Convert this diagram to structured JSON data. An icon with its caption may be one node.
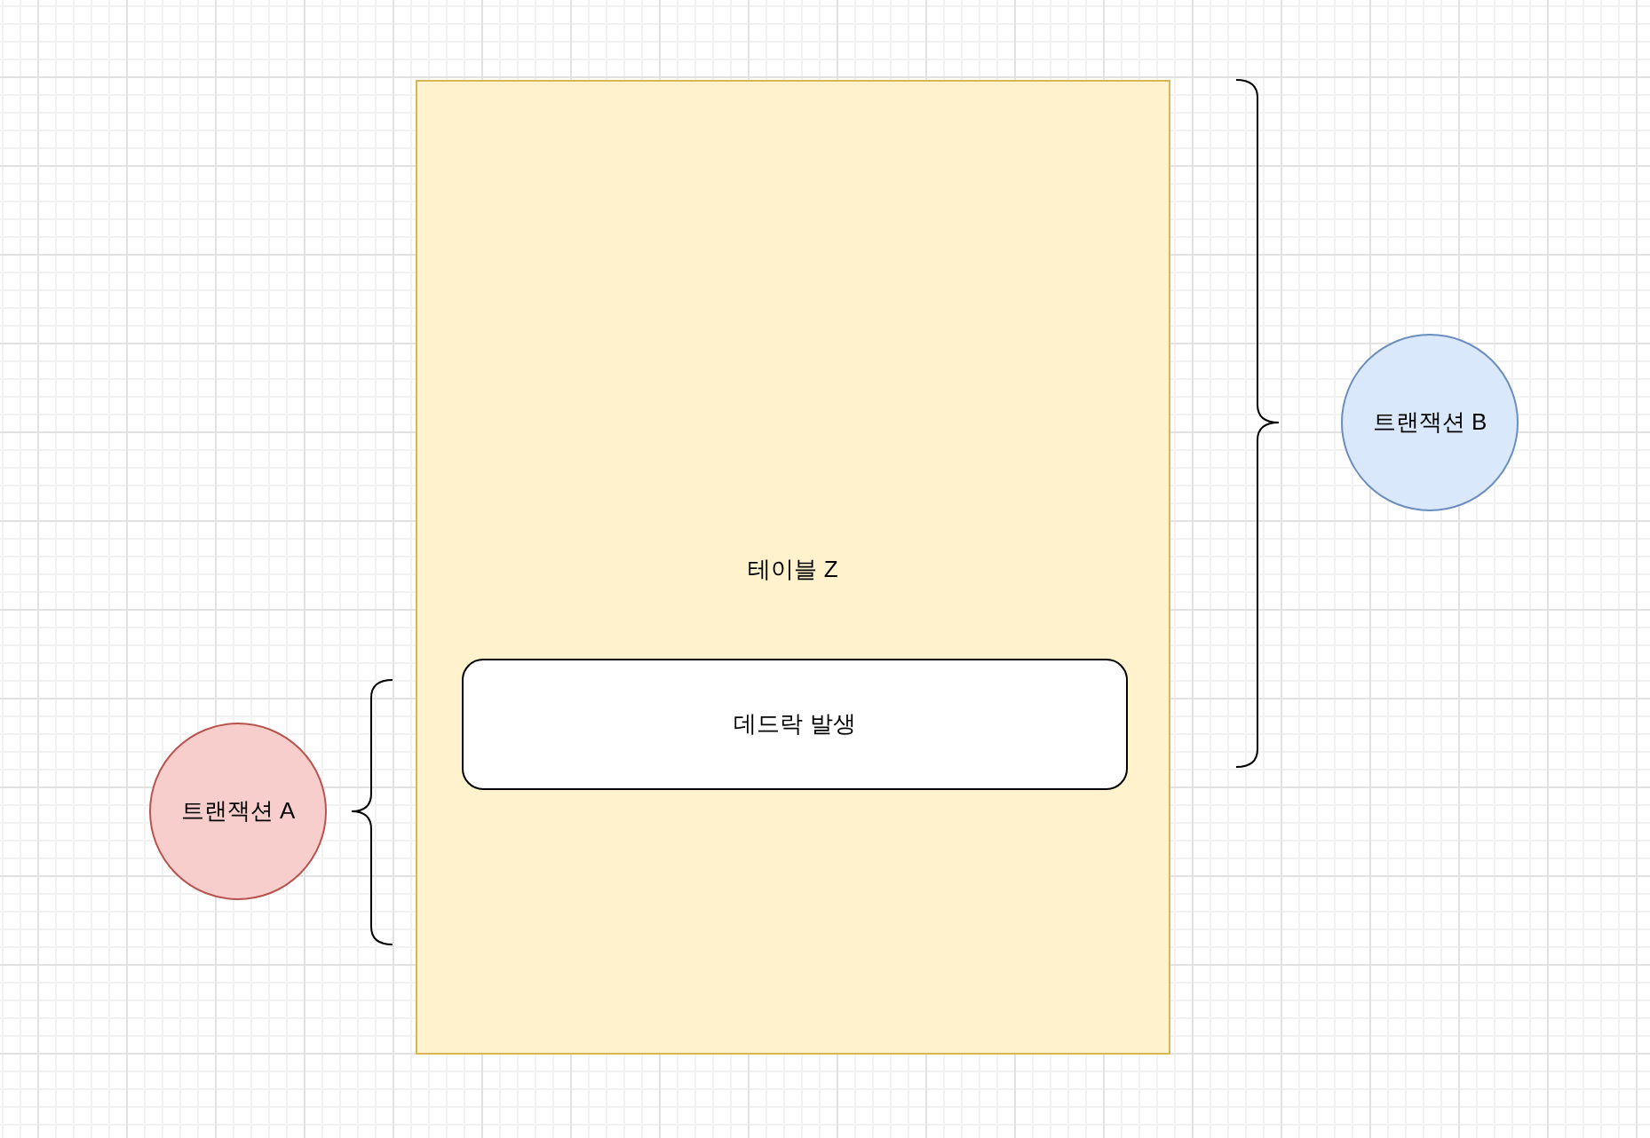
{
  "diagram": {
    "nodes": [
      {
        "text": [
          "테이블 Z"
        ]
      },
      {
        "text": [
          "데드락 발생"
        ],
        "in": 0
      },
      {
        "text": [
          "트랜잭션 A"
        ]
      },
      {
        "text": [
          "트랜잭션 B"
        ]
      }
    ]
  }
}
